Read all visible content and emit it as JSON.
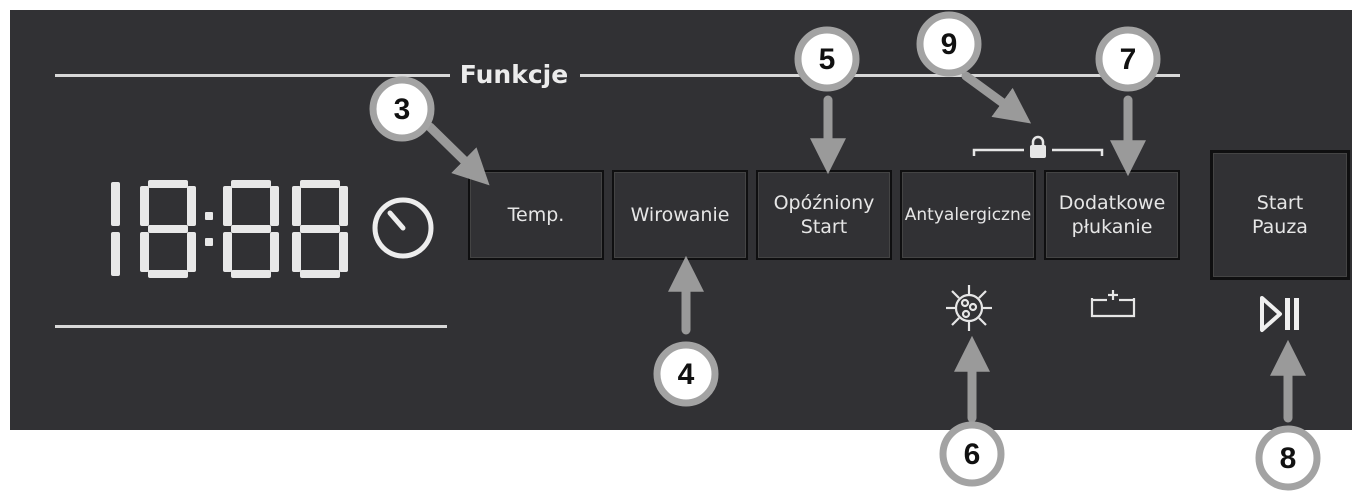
{
  "panel": {
    "section_label": "Funkcje",
    "display": {
      "digits": "18:88",
      "timer_icon": "clock-icon"
    },
    "buttons": [
      {
        "id": "temp",
        "line1": "Temp.",
        "line2": ""
      },
      {
        "id": "spin",
        "line1": "Wirowanie",
        "line2": ""
      },
      {
        "id": "delay",
        "line1": "Opóźniony",
        "line2": "Start"
      },
      {
        "id": "allergy",
        "line1": "Antyalergiczne",
        "line2": ""
      },
      {
        "id": "rinse",
        "line1": "Dodatkowe",
        "line2": "płukanie"
      },
      {
        "id": "start",
        "line1": "Start",
        "line2": "Pauza"
      }
    ],
    "icons": {
      "allergy": "antiallergy-icon",
      "rinse": "extra-rinse-icon",
      "play_pause": "play-pause-icon",
      "lock": "child-lock-icon"
    }
  },
  "callouts": [
    {
      "id": "c3",
      "number": "3"
    },
    {
      "id": "c4",
      "number": "4"
    },
    {
      "id": "c5",
      "number": "5"
    },
    {
      "id": "c6",
      "number": "6"
    },
    {
      "id": "c7",
      "number": "7"
    },
    {
      "id": "c8",
      "number": "8"
    },
    {
      "id": "c9",
      "number": "9"
    }
  ],
  "colors": {
    "panel": "#313134",
    "text": "#e6e6e6",
    "callout_fill": "#ffffff",
    "callout_ring": "#a3a3a3",
    "arrow": "#9a9a9a"
  }
}
